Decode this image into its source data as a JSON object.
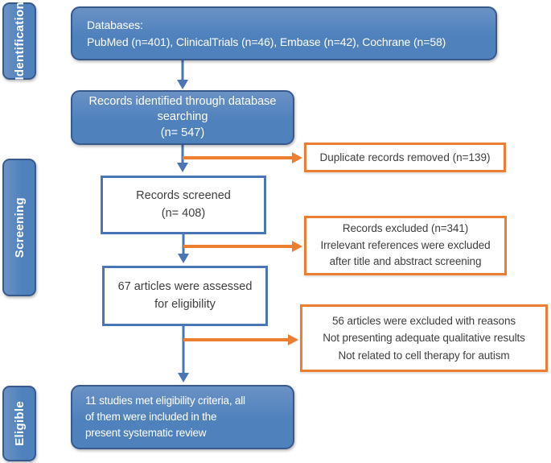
{
  "colors": {
    "blue_fill": "#4f81bd",
    "blue_fill_light": "#6a92c5",
    "blue_border": "#38598c",
    "blue_arrow": "#4a76b5",
    "orange": "#ed7d31",
    "text_dark": "#3f3f3f",
    "text_white": "#ffffff",
    "background": "#ffffff"
  },
  "sidebar": {
    "stages": [
      {
        "label": "Identification"
      },
      {
        "label": "Screening"
      },
      {
        "label": "Eligible"
      }
    ]
  },
  "flow": {
    "databases": {
      "lines": [
        "Databases:",
        "PubMed (n=401), ClinicalTrials (n=46), Embase (n=42), Cochrane (n=58)"
      ]
    },
    "identified": {
      "lines": [
        "Records identified through database",
        "searching",
        "(n= 547)"
      ]
    },
    "duplicates": {
      "lines": [
        "Duplicate records removed (n=139)"
      ]
    },
    "screened": {
      "lines": [
        "Records screened",
        "(n= 408)"
      ]
    },
    "excluded": {
      "lines": [
        "Records excluded (n=341)",
        "Irrelevant references were excluded",
        "after title and abstract screening"
      ]
    },
    "assessed": {
      "lines": [
        "67 articles were assessed",
        "for eligibility"
      ]
    },
    "reasons": {
      "lines": [
        "56 articles were excluded with reasons",
        "Not presenting adequate qualitative results",
        "Not related to cell therapy for autism"
      ]
    },
    "included": {
      "lines": [
        "11 studies met eligibility criteria, all",
        "of them were included in the",
        "present systematic review"
      ]
    }
  }
}
